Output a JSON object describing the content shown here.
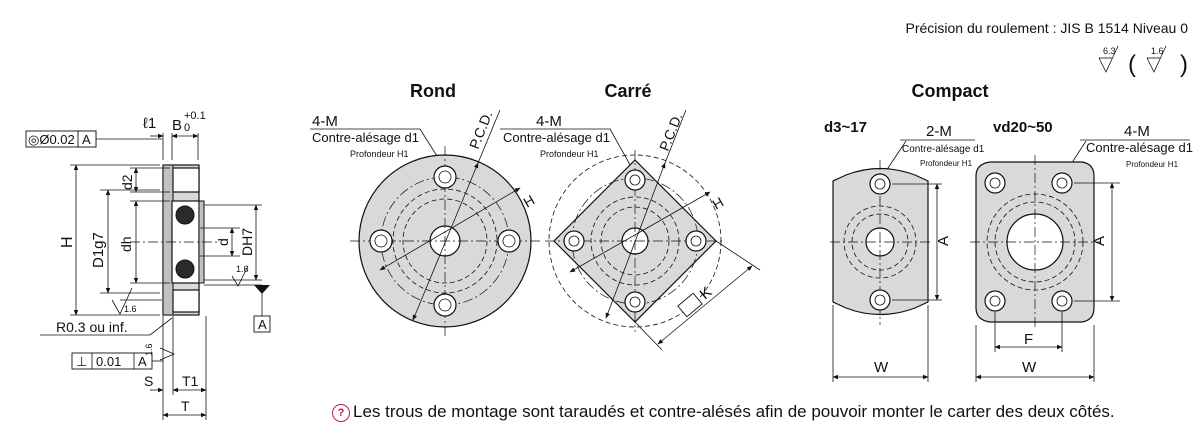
{
  "header": {
    "precision_label": "Précision du roulement : JIS   B   1514   Niveau   0",
    "roughness_main": "6.3",
    "roughness_alt": "1.6"
  },
  "section": {
    "tol_flatness_label": "◎Ø0.02",
    "datum_a": "A",
    "l1_label": "ℓ1",
    "b_label": "B",
    "b_tol_upper": "+0.1",
    "b_tol_lower": "0",
    "h_label": "H",
    "d1_label": "D1g7",
    "d2_label": "d2",
    "dh_label": "dh",
    "d_label": "d",
    "dh7_label": "DH7",
    "roughness_16": "1.6",
    "r_label": "R0.3 ou inf.",
    "perp_label": "⊥",
    "perp_value": "0.01",
    "s_label": "S",
    "t1_label": "T1",
    "t_label": "T"
  },
  "views": {
    "round": {
      "title": "Rond",
      "holes_label": "4-M",
      "counterbore_label": "Contre-alésage d1",
      "depth_label": "Profondeur H1",
      "pcd_label": "P.C.D.",
      "h_label": "H"
    },
    "square": {
      "title": "Carré",
      "holes_label": "4-M",
      "counterbore_label": "Contre-alésage d1",
      "depth_label": "Profondeur H1",
      "pcd_label": "P.C.D.",
      "h_label": "H",
      "k_label": "K"
    },
    "compact": {
      "title": "Compact",
      "small": {
        "range_label": "d3~17",
        "holes_label": "2-M",
        "counterbore_label": "Contre-alésage d1",
        "depth_label": "Profondeur H1",
        "a_label": "A",
        "w_label": "W"
      },
      "large": {
        "range_label": "vd20~50",
        "holes_label": "4-M",
        "counterbore_label": "Contre-alésage d1",
        "depth_label": "Profondeur H1",
        "a_label": "A",
        "f_label": "F",
        "w_label": "W"
      }
    }
  },
  "footnote": {
    "icon": "info-icon",
    "text": "Les trous de montage sont taraudés et contre-alésés afin de pouvoir monter le carter des deux côtés."
  }
}
